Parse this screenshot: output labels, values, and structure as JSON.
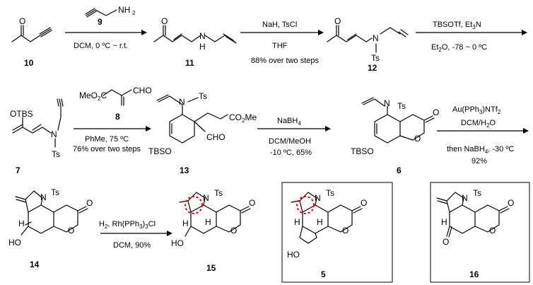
{
  "compounds": [
    {
      "id": "10"
    },
    {
      "id": "11"
    },
    {
      "id": "12"
    },
    {
      "id": "7"
    },
    {
      "id": "13"
    },
    {
      "id": "6"
    },
    {
      "id": "14"
    },
    {
      "id": "15"
    },
    {
      "id": "5"
    },
    {
      "id": "16"
    }
  ],
  "atoms": {
    "O": "O",
    "N": "N",
    "H": "H",
    "NH2": "NH",
    "sub2": "2",
    "HO": "HO",
    "Ts": "Ts",
    "OTBS": "OTBS",
    "TBSO": "TBSO",
    "CHO": "CHO",
    "MeO2C_a": "MeO",
    "MeO2C_b": "C",
    "CO2Me_a": "CO",
    "CO2Me_b": "Me"
  },
  "steps": [
    {
      "reagent": "9",
      "conditions": "DCM, 0 ºC ~ r.t."
    },
    {
      "reagents": "NaH, TsCl",
      "solvent": "THF",
      "yield": "88% over two steps"
    },
    {
      "reagents": "TBSOTf, Et",
      "reagents_sub": "3",
      "reagents_tail": "N",
      "solvent": "Et",
      "solvent_sub": "2",
      "solvent_tail": "O, -78 ~ 0 ºC"
    },
    {
      "reagent": "8",
      "solvent": "PhMe, 75 ºC",
      "yield": "76% over two steps"
    },
    {
      "reagents": "NaBH",
      "reagents_sub": "4",
      "solvent": "DCM/MeOH",
      "yield": "-10 ºC, 65%"
    },
    {
      "reagents": "Au(PPh",
      "reagents_sub": "3",
      "reagents_tail": ")NTf",
      "reagents_sub2": "2",
      "solvent": "DCM/H",
      "solvent_sub": "2",
      "solvent_tail": "O",
      "then": "then NaBH",
      "then_sub": "4",
      "then_tail": ", -30 ºC",
      "yield": "92%"
    },
    {
      "reagents": "H",
      "reagents_sub": "2",
      "reagents_tail": ", Rh(PPh",
      "reagents_sub2": "3",
      "reagents_tail2": ")",
      "reagents_sub3": "3",
      "reagents_tail3": "Cl",
      "yield": "DCM, 90%"
    }
  ]
}
